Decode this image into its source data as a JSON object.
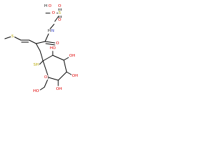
{
  "atoms": {
    "s_methylthio": {
      "text": "S",
      "color": "#b8a800"
    },
    "h_sulfonic": {
      "text": "H",
      "color": "#000000"
    },
    "o_hydroxyl_sulfonic": {
      "text": "O",
      "color": "#e00000"
    },
    "s_sulfonyl": {
      "text": "S",
      "color": "#b8a800"
    },
    "o_sulfonyl_right": {
      "text": "O",
      "color": "#e00000"
    },
    "o_sulfonyl_down": {
      "text": "O",
      "color": "#e00000"
    },
    "n_amide": {
      "text": "N",
      "color": "#2030c0"
    },
    "h_amide": {
      "text": "H",
      "color": "#000000"
    },
    "o_n_linker": {
      "text": "O",
      "color": "#e00000"
    },
    "o_carbonyl": {
      "text": "O",
      "color": "#e00000"
    },
    "sh_thiol": {
      "text": "SH",
      "color": "#b8a800"
    },
    "o_ring": {
      "text": "O",
      "color": "#e00000"
    },
    "ho_ring_top": {
      "text": "HO",
      "color": "#e00000"
    },
    "oh_ring_right_top": {
      "text": "OH",
      "color": "#e00000"
    },
    "oh_ring_right_bottom": {
      "text": "OH",
      "color": "#e00000"
    },
    "oh_ring_bottom": {
      "text": "OH",
      "color": "#e00000"
    },
    "ho_hydroxymethyl": {
      "text": "HO",
      "color": "#e00000"
    }
  }
}
